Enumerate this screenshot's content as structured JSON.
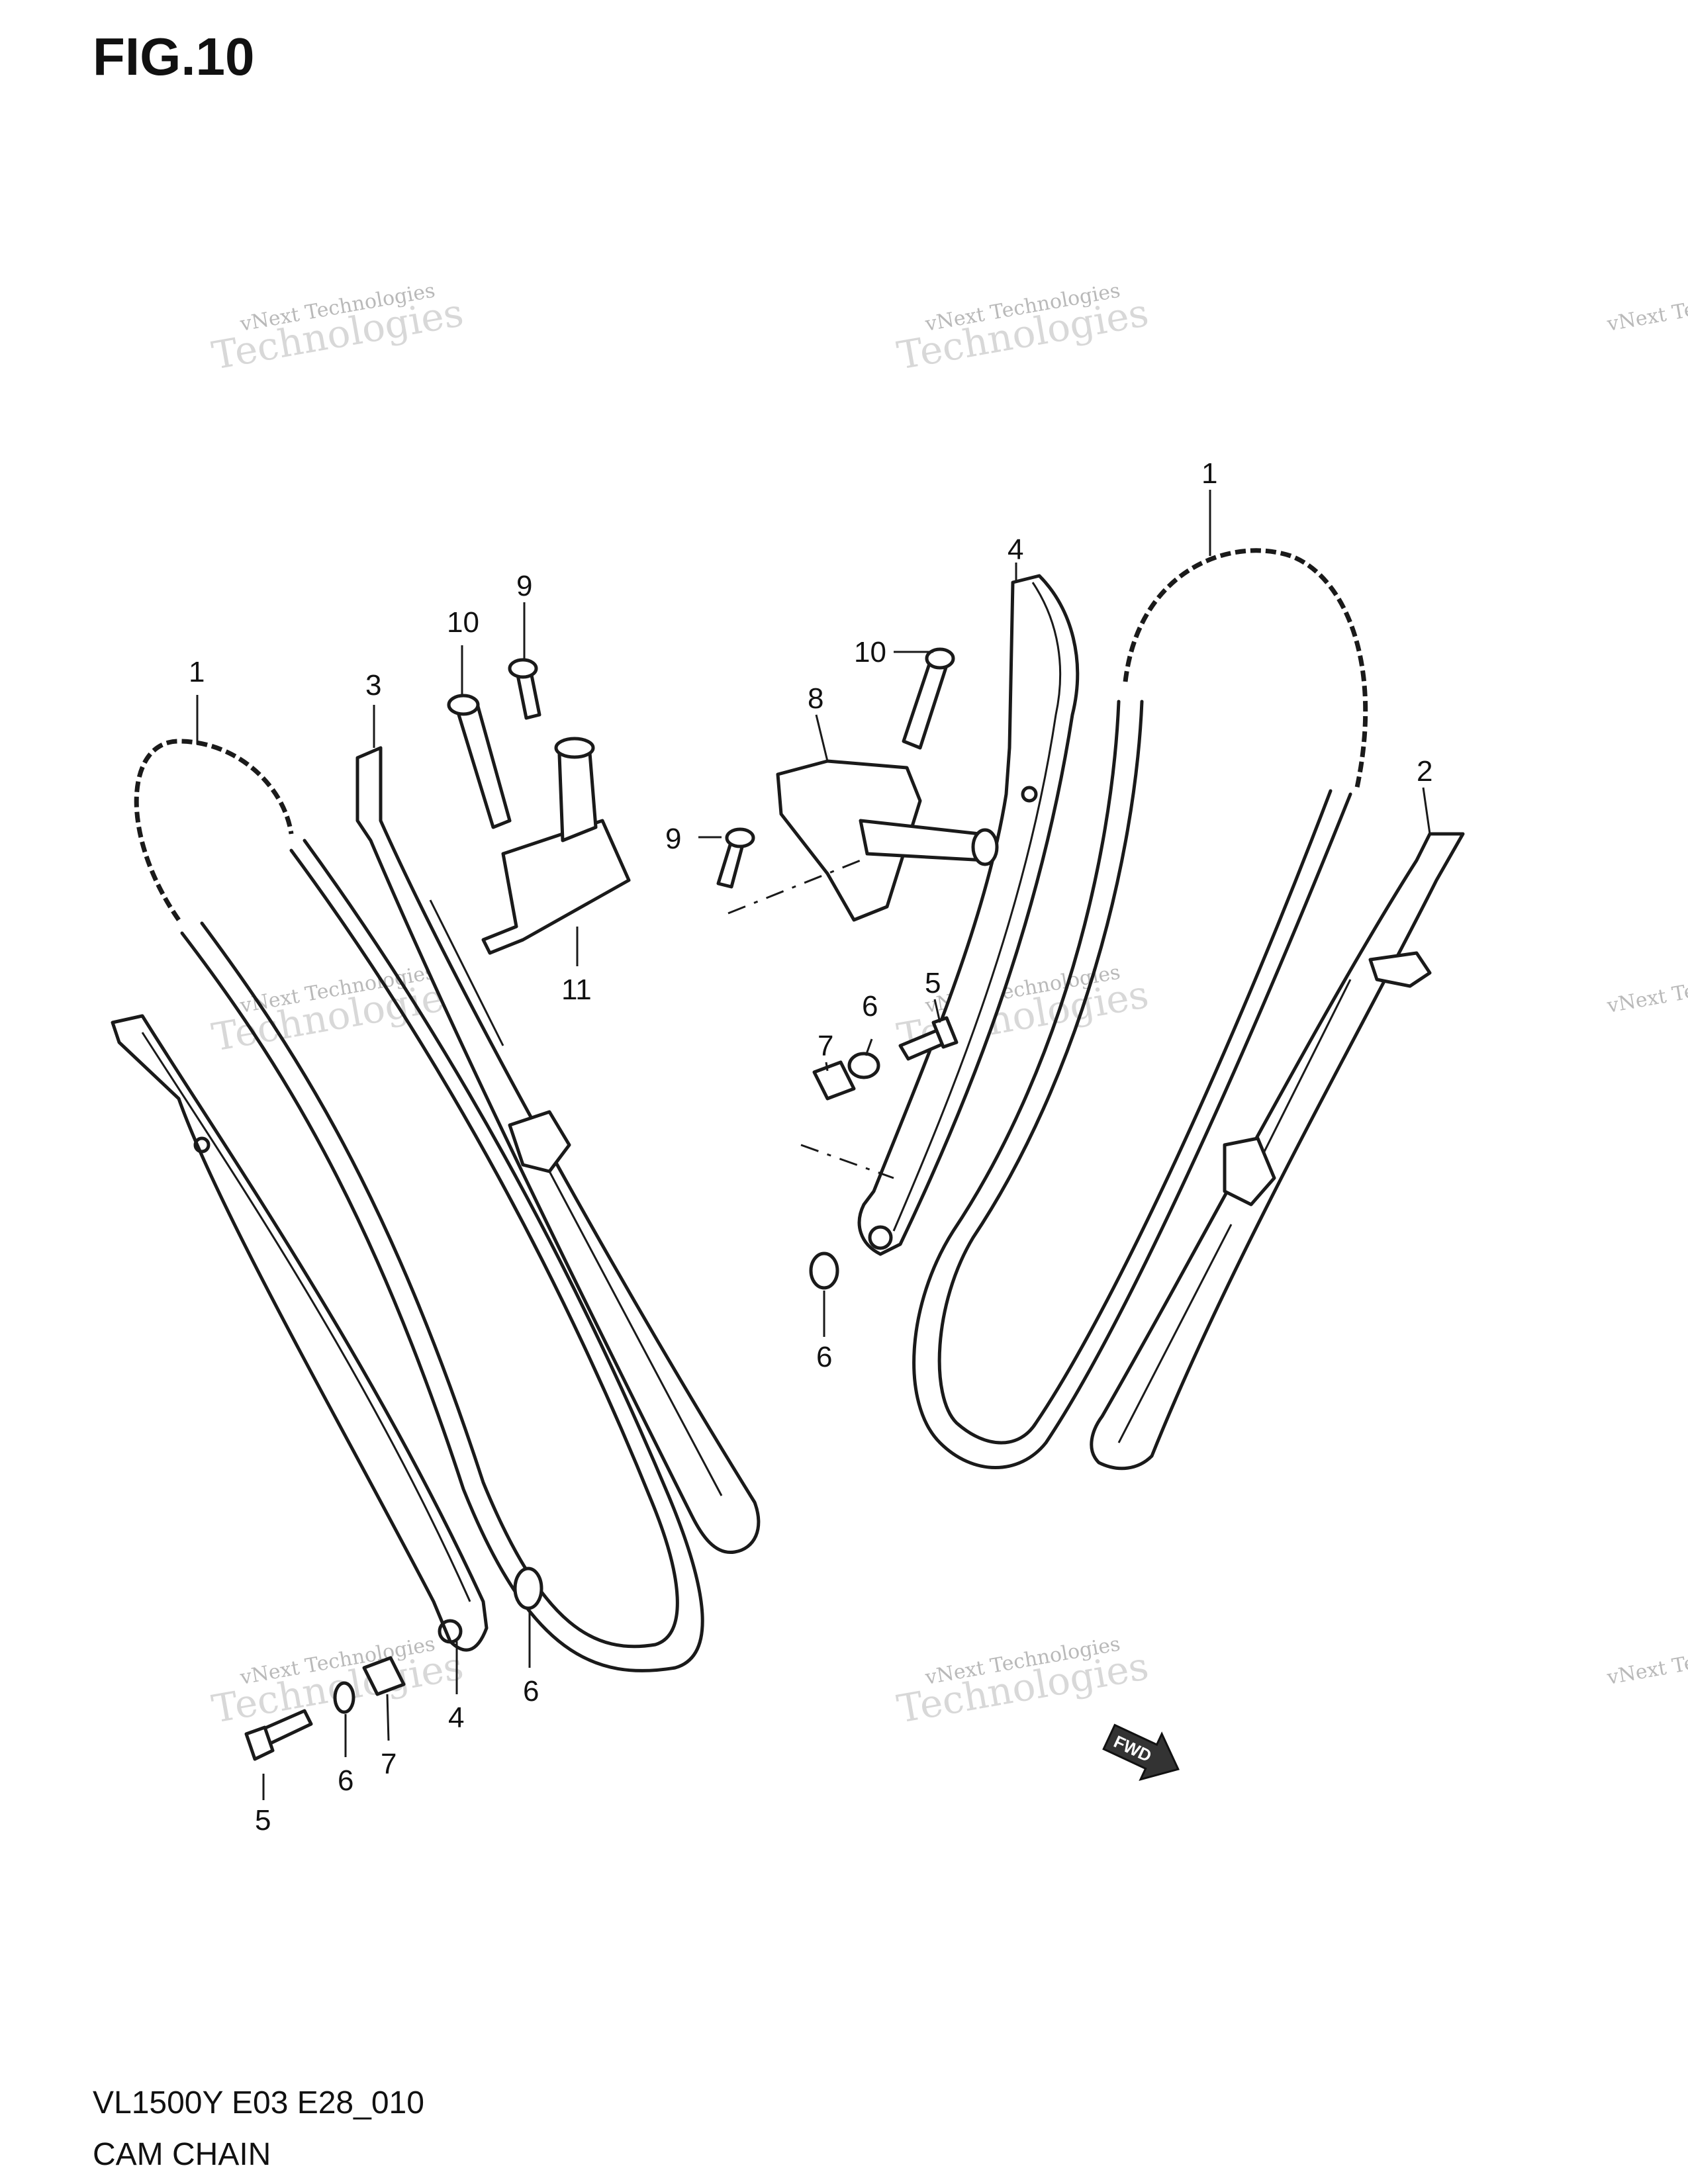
{
  "figure": {
    "title": "FIG.10",
    "model_code": "VL1500Y E03 E28_010",
    "name": "CAM CHAIN"
  },
  "watermark": {
    "line1": "vNext Technologies",
    "line2": "vNext",
    "line3": "Technologies"
  },
  "callouts": {
    "n1": "1",
    "n2": "2",
    "n3": "3",
    "n4": "4",
    "n5": "5",
    "n6": "6",
    "n7": "7",
    "n8": "8",
    "n9": "9",
    "n10": "10",
    "n11": "11"
  },
  "fwd_label": "FWD",
  "colors": {
    "line": "#1a1a1a",
    "watermark": "#c8c8c8",
    "background": "#ffffff"
  }
}
